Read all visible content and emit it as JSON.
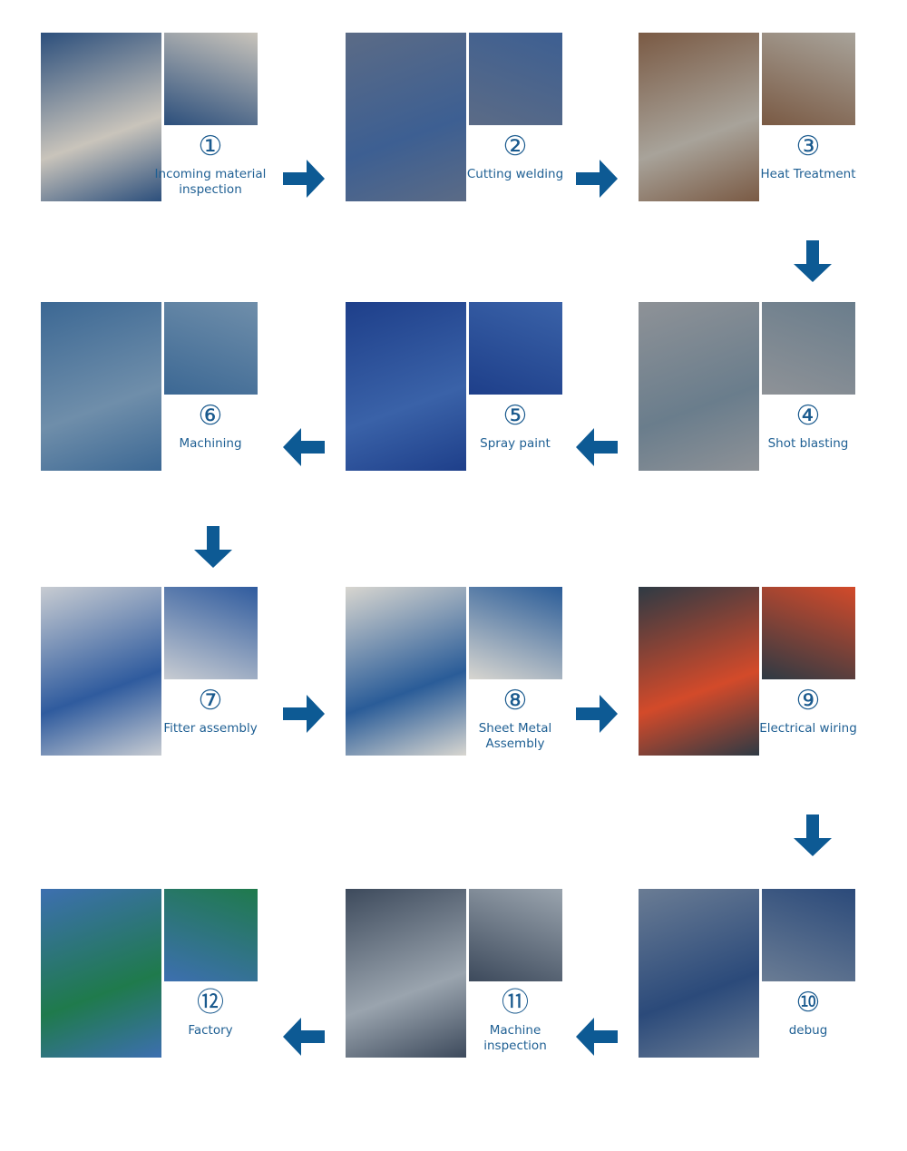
{
  "accent_color": "#0d5a94",
  "text_color": "#1e5f93",
  "steps": [
    {
      "number": "①",
      "label": "Incoming material\ninspection"
    },
    {
      "number": "②",
      "label": "Cutting welding"
    },
    {
      "number": "③",
      "label": "Heat Treatment"
    },
    {
      "number": "④",
      "label": "Shot blasting"
    },
    {
      "number": "⑤",
      "label": "Spray paint"
    },
    {
      "number": "⑥",
      "label": "Machining"
    },
    {
      "number": "⑦",
      "label": "Fitter assembly"
    },
    {
      "number": "⑧",
      "label": "Sheet Metal\nAssembly"
    },
    {
      "number": "⑨",
      "label": "Electrical wiring"
    },
    {
      "number": "⑩",
      "label": "debug"
    },
    {
      "number": "⑪",
      "label": "Machine\ninspection"
    },
    {
      "number": "⑫",
      "label": "Factory"
    }
  ],
  "arrows": [
    "right",
    "right",
    "down",
    "left",
    "left",
    "down",
    "right",
    "right",
    "down",
    "left",
    "left"
  ]
}
